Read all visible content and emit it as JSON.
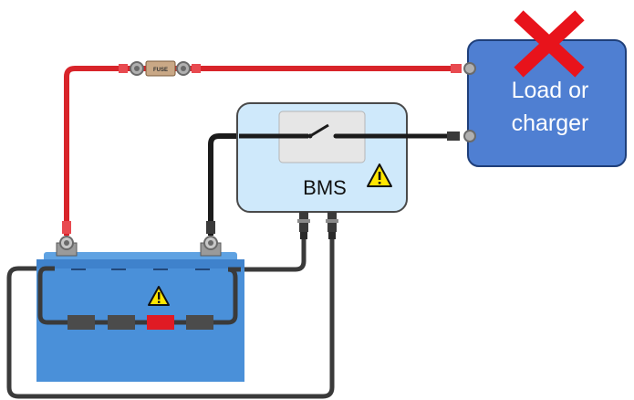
{
  "fuse": {
    "label": "FUSE"
  },
  "bms": {
    "label": "BMS"
  },
  "load": {
    "line1": "Load or",
    "line2": "charger"
  },
  "warning_icon": "warning-triangle-icon",
  "cross_icon": "red-cross-icon",
  "colors": {
    "red_wire": "#d8242a",
    "black_wire": "#1b1b1b",
    "battery": "#4a90d9",
    "bms_box": "#cfe9fb",
    "load_box": "#4f7fd2",
    "cross": "#e8131b",
    "warning": "#ffe600"
  }
}
